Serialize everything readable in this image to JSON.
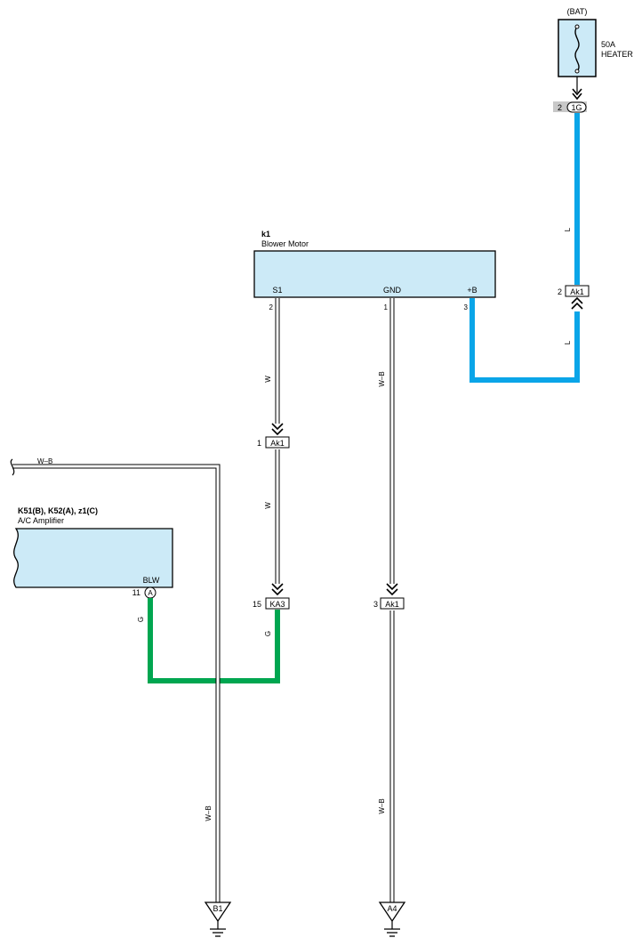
{
  "colors": {
    "component_fill": "#cceaf7",
    "wire_blue": "#0aa5e8",
    "wire_green": "#00a650",
    "connector_gray": "#c8c8c8"
  },
  "power": {
    "bat_label": "(BAT)",
    "fuse_amp": "50A",
    "fuse_name": "HEATER",
    "pin": "2",
    "connector": "1G"
  },
  "blower_motor": {
    "code": "k1",
    "name": "Blower Motor",
    "terminals": [
      {
        "name": "S1",
        "pin": "2"
      },
      {
        "name": "GND",
        "pin": "1"
      },
      {
        "name": "+B",
        "pin": "3"
      }
    ]
  },
  "ac_amplifier": {
    "code": "K51(B), K52(A), z1(C)",
    "name": "A/C Amplifier",
    "terminal": "BLW",
    "pin": "11",
    "connector": "A"
  },
  "connectors": [
    {
      "pin": "2",
      "id": "Ak1"
    },
    {
      "pin": "1",
      "id": "Ak1"
    },
    {
      "pin": "15",
      "id": "KA3"
    },
    {
      "pin": "3",
      "id": "Ak1"
    }
  ],
  "wire_colors": {
    "blue": "L",
    "white": "W",
    "white_black": "W–B",
    "green": "G"
  },
  "grounds": [
    "B1",
    "A4"
  ]
}
